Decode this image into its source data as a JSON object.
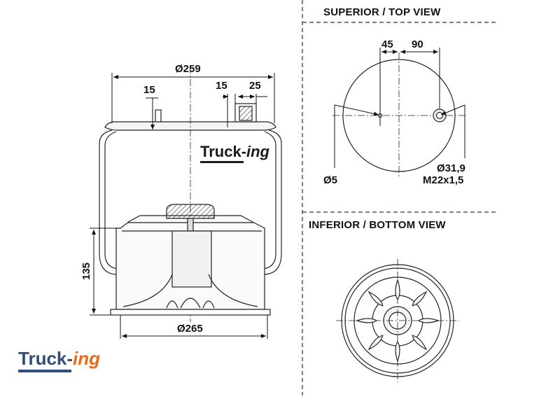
{
  "top_view": {
    "title": "SUPERIOR / TOP VIEW",
    "dim_offset_1": "45",
    "dim_offset_2": "90",
    "dim_hole": "Ø5",
    "dim_port": "Ø31,9",
    "dim_thread": "M22x1,5"
  },
  "bottom_view": {
    "title": "INFERIOR / BOTTOM VIEW"
  },
  "side_view": {
    "dim_top_diameter": "Ø259",
    "dim_pin_left": "15",
    "dim_pin_right": "15",
    "dim_port_width": "25",
    "dim_height": "135",
    "dim_bottom_diameter": "Ø265"
  },
  "brand": {
    "name_main": "Truck-",
    "name_suffix": "ing",
    "colors": {
      "primary": "#2f4e7a",
      "accent": "#ea6a1b"
    }
  }
}
